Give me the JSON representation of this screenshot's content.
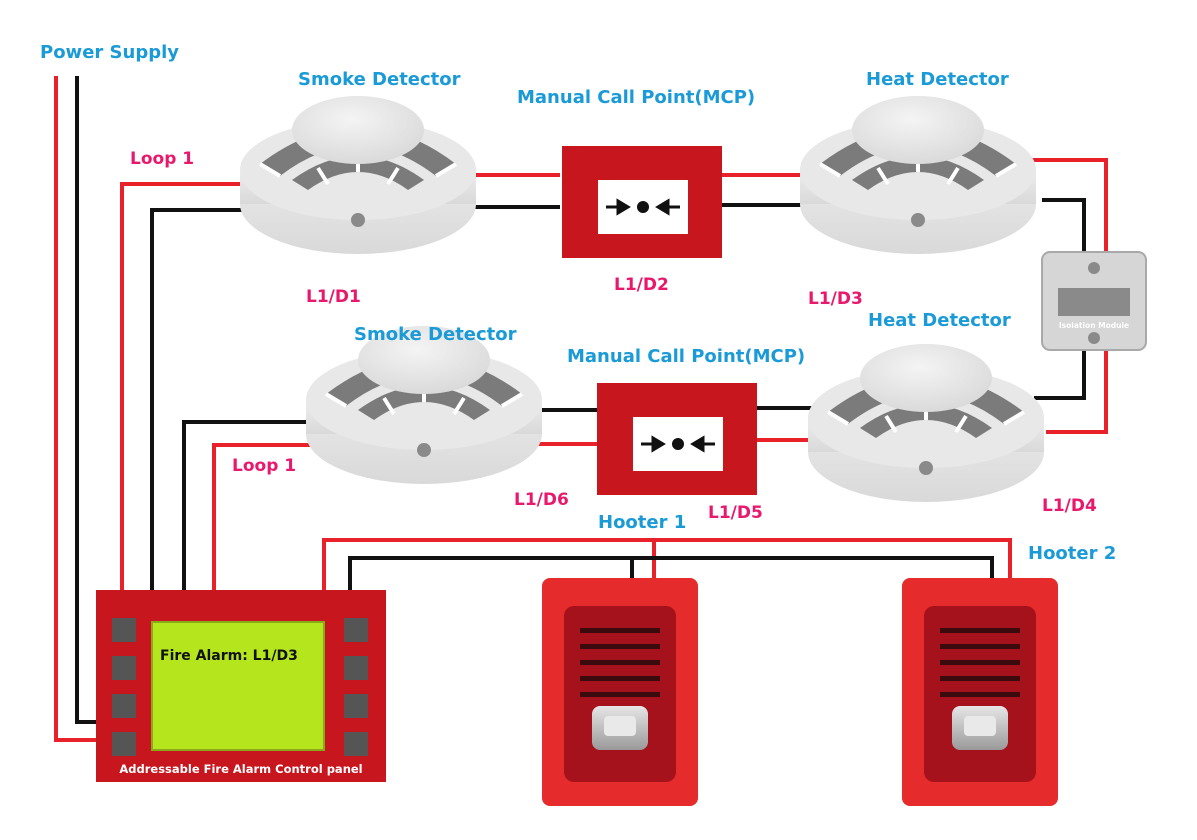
{
  "labels": {
    "power_supply": "Power Supply",
    "loop_top": "Loop 1",
    "loop_bottom": "Loop 1",
    "smoke_detector_1": "Smoke Detector",
    "smoke_detector_2": "Smoke Detector",
    "mcp_1": "Manual Call Point(MCP)",
    "mcp_2": "Manual Call Point(MCP)",
    "heat_detector_1": "Heat Detector",
    "heat_detector_2": "Heat Detector",
    "hooter_1": "Hooter 1",
    "hooter_2": "Hooter 2",
    "isolation_module": "Isolation Module"
  },
  "addresses": {
    "d1": "L1/D1",
    "d2": "L1/D2",
    "d3": "L1/D3",
    "d4": "L1/D4",
    "d5": "L1/D5",
    "d6": "L1/D6"
  },
  "panel": {
    "title": "Addressable Fire Alarm Control panel",
    "screen_text": "Fire Alarm: L1/D3"
  },
  "colors": {
    "wire_red": "#e8212b",
    "wire_black": "#111111",
    "device_red": "#c8161e",
    "screen_green": "#b5e61d",
    "label_blue": "#1a9ad6",
    "label_pink": "#e8196c"
  }
}
